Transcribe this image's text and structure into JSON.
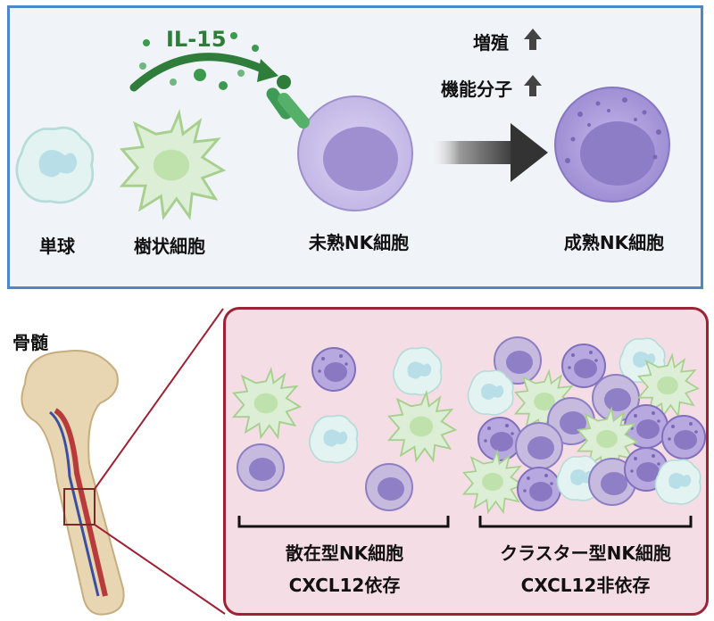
{
  "top_panel": {
    "cytokine_label": "IL-15",
    "stages": {
      "monocyte": "単球",
      "dendritic_cell": "樹状細胞",
      "immature_nk": "未熟NK細胞",
      "mature_nk": "成熟NK細胞"
    },
    "effects": {
      "proliferation": "増殖",
      "functional_molecules": "機能分子"
    }
  },
  "bottom_panel": {
    "bone_marrow_label": "骨髄",
    "dispersed": {
      "line1": "散在型NK細胞",
      "line2": "CXCL12依存"
    },
    "cluster": {
      "line1": "クラスター型NK細胞",
      "line2": "CXCL12非依存"
    }
  },
  "colors": {
    "top_border": "#4f86c6",
    "bottom_border": "#9d2235",
    "nk_cell": "#b3a6dc",
    "dendritic_cell": "#cfe8c6",
    "monocyte": "#d3ecea",
    "il15": "#2e8b45"
  }
}
